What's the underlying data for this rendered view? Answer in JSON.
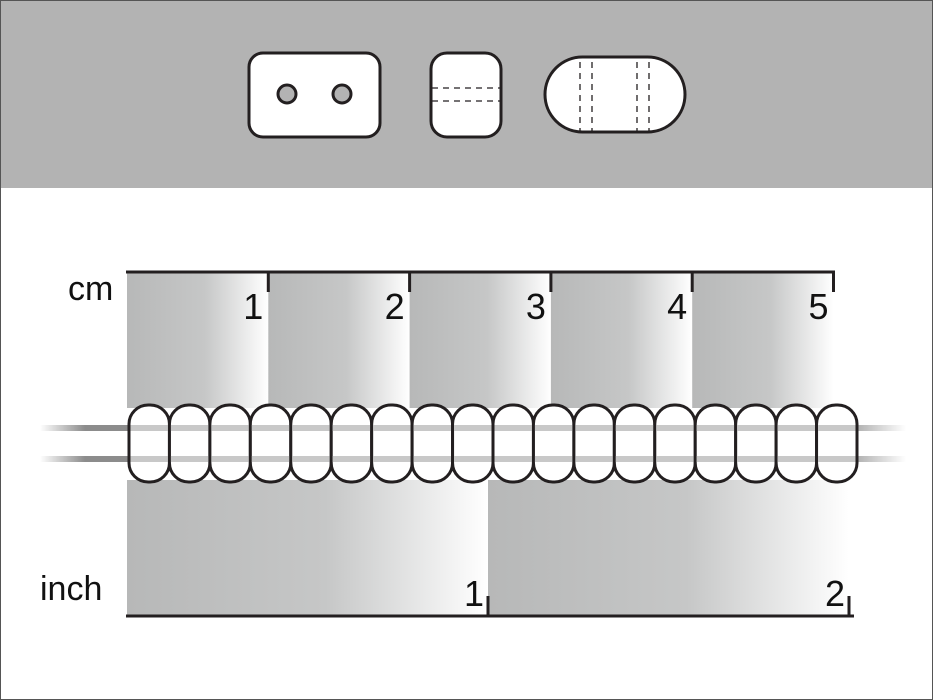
{
  "ruler": {
    "cm_label": "cm",
    "inch_label": "inch",
    "cm_ticks": [
      "1",
      "2",
      "3",
      "4",
      "5"
    ],
    "inch_ticks": [
      "1",
      "2"
    ]
  },
  "beads": {
    "count": 18,
    "shapes": [
      "two-hole-rectangle-top-view",
      "two-hole-side-view",
      "two-hole-oval-front-view"
    ]
  },
  "colors": {
    "banner": "#b3b3b3",
    "outline": "#231f20",
    "band": "#b8b9b9"
  }
}
